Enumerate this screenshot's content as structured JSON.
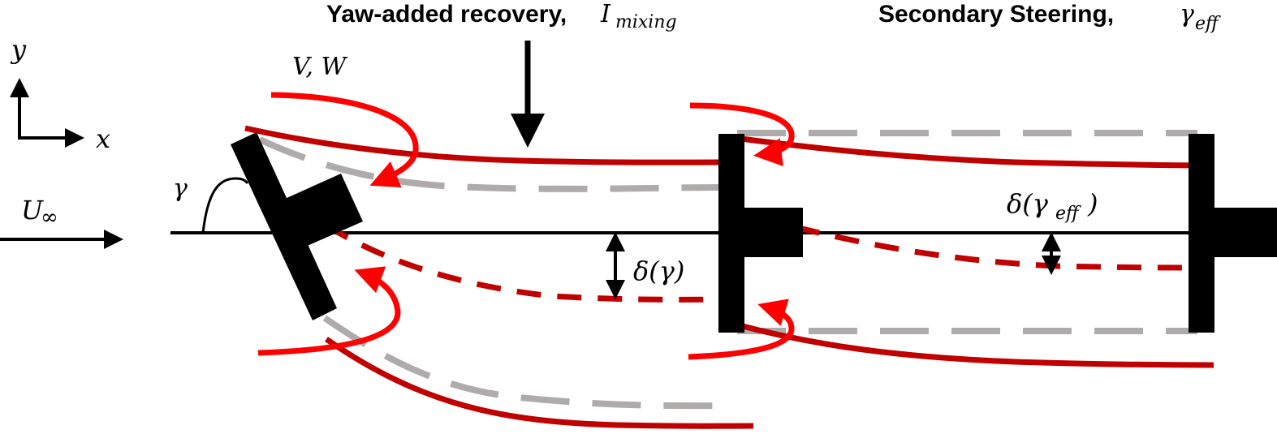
{
  "titles": {
    "yaw_recovery": "Yaw-added recovery,",
    "yaw_recovery_symbol": "I",
    "yaw_recovery_subscript": "mixing",
    "secondary_steering": "Secondary Steering,",
    "secondary_steering_symbol": "γ",
    "secondary_steering_subscript": "eff"
  },
  "labels": {
    "axis_y": "y",
    "axis_x": "x",
    "freestream": "U",
    "freestream_subscript": "∞",
    "yaw_angle": "γ",
    "velocity_components": "V, W",
    "deflection_upstream": "δ(γ)",
    "deflection_downstream_prefix": "δ(γ",
    "deflection_downstream_subscript": "eff",
    "deflection_downstream_suffix": ")"
  },
  "colors": {
    "wake_boundary": "#c00000",
    "counter_rotating_vortex": "#ff0000",
    "non_yawed_wake": "#afabab",
    "turbine": "#000000"
  }
}
